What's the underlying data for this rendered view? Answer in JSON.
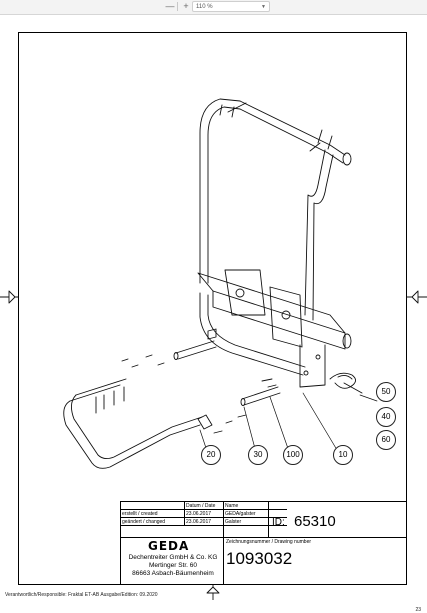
{
  "toolbar": {
    "zoom_out": "—",
    "zoom_in": "+",
    "zoom_value": "110 %"
  },
  "callouts": [
    "50",
    "40",
    "60",
    "20",
    "30",
    "100",
    "10"
  ],
  "title_block": {
    "col_date": "Datum / Date",
    "col_name": "Name",
    "created_label": "erstellt / created",
    "created_date": "23.06.2017",
    "created_name": "GEDA/galster",
    "changed_label": "geändert / changed",
    "changed_date": "23.06.2017",
    "changed_name": "Galster",
    "id_label": "ID:",
    "id_value": "65310",
    "company_logo": "GEDA",
    "company_name": "Dechentreiter GmbH & Co. KG",
    "street": "Mertinger Str. 60",
    "city": "86663 Asbach-Bäumenheim",
    "drawing_number_label": "Zeichnungsnummer / Drawing number",
    "drawing_number": "1093032"
  },
  "footer": {
    "responsible": "Verantwortlich/Responsible: Fraktal ET-AB Ausgabe/Edition: 09.2020",
    "page_number": "23"
  }
}
